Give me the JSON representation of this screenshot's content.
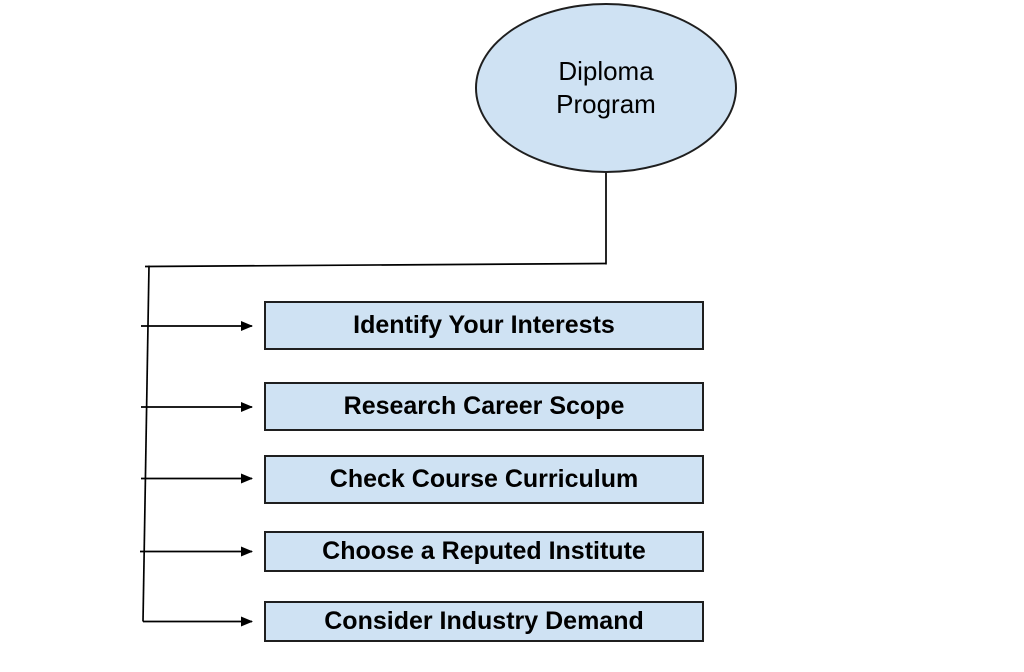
{
  "diagram": {
    "title_node": {
      "label": "Diploma Program",
      "shape": "ellipse"
    },
    "steps": [
      {
        "label": "Identify Your Interests"
      },
      {
        "label": "Research Career Scope"
      },
      {
        "label": "Check Course Curriculum"
      },
      {
        "label": "Choose a Reputed Institute"
      },
      {
        "label": "Consider Industry Demand"
      }
    ],
    "colors": {
      "node_fill": "#cfe2f3",
      "node_border": "#1f1f1f",
      "connector": "#000000",
      "text": "#000000",
      "background": "#ffffff"
    }
  }
}
